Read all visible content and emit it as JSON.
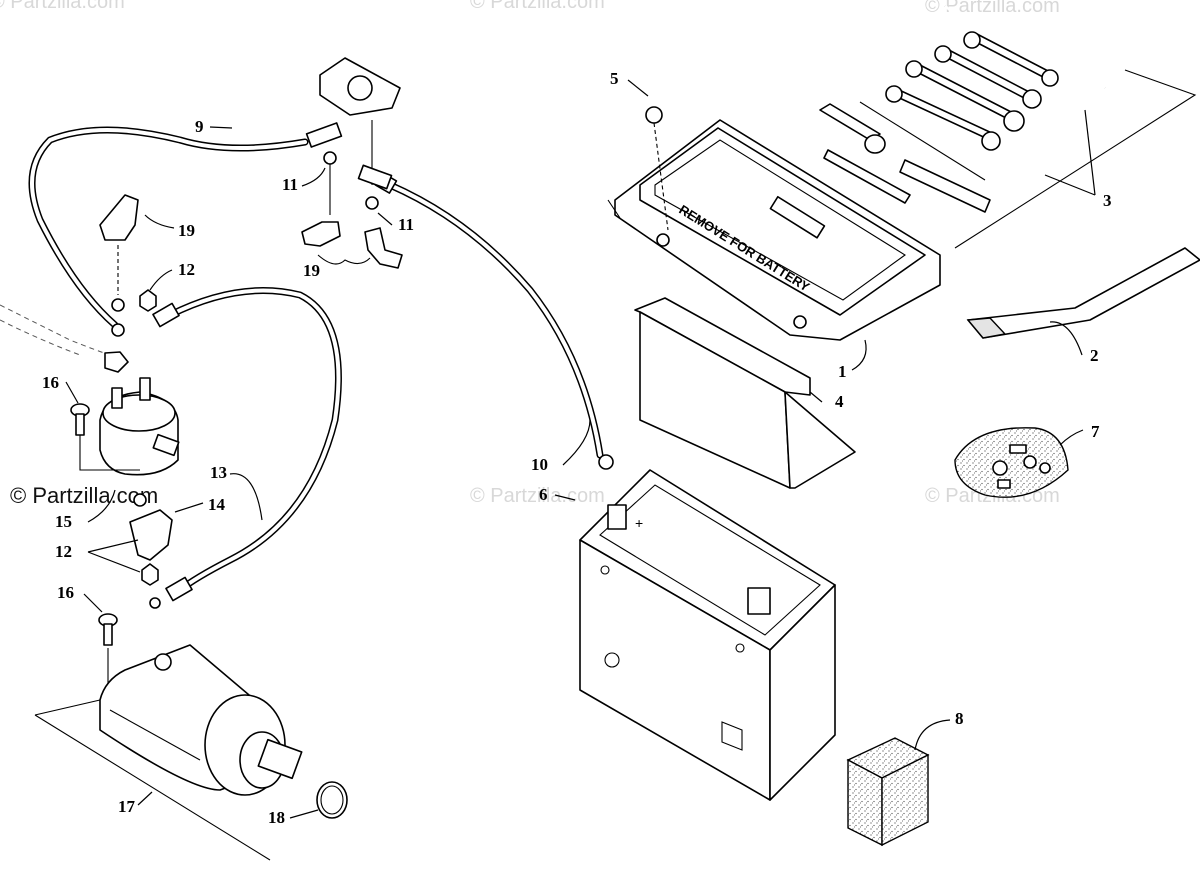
{
  "watermarks": {
    "top_left": "© Partzilla.com",
    "top_center": "© Partzilla.com",
    "top_right": "© Partzilla.com",
    "mid_left": "© Partzilla.com",
    "mid_center": "© Partzilla.com",
    "mid_right": "© Partzilla.com"
  },
  "tray_text": "REMOVE FOR BATTERY",
  "battery_terminal_sign": "+",
  "callouts": {
    "c1": "1",
    "c2": "2",
    "c3": "3",
    "c4": "4",
    "c5": "5",
    "c6": "6",
    "c7": "7",
    "c8": "8",
    "c9": "9",
    "c10": "10",
    "c11a": "11",
    "c11b": "11",
    "c12a": "12",
    "c12b": "12",
    "c13": "13",
    "c14": "14",
    "c15": "15",
    "c16a": "16",
    "c16b": "16",
    "c17": "17",
    "c18": "18",
    "c19a": "19",
    "c19b": "19"
  },
  "colors": {
    "line": "#000000",
    "watermark": "#d8d8d8",
    "background": "#ffffff"
  }
}
